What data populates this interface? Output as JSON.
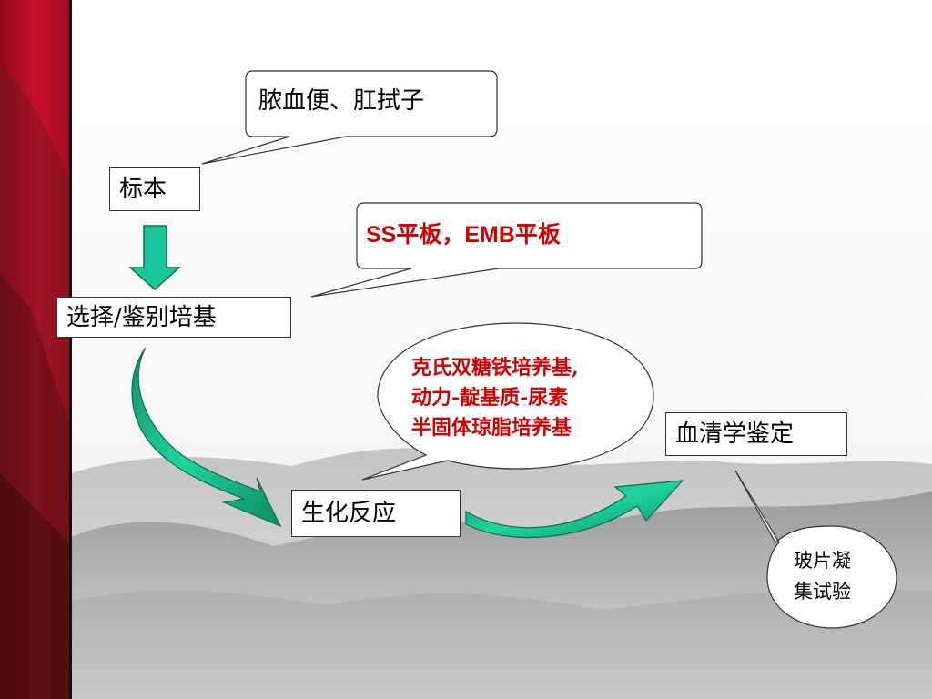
{
  "nodes": {
    "specimen": "标本",
    "selective_medium": "选择/鉴别培基",
    "biochemical": "生化反应",
    "serology": "血清学鉴定"
  },
  "callouts": {
    "specimen_source": "脓血便、肛拭子",
    "plates": "SS平板，EMB平板",
    "biochem_media": [
      "克氏双糖铁培养基,",
      "动力-靛基质-尿素",
      "半固体琼脂培养基"
    ],
    "slide_test": [
      "玻片凝",
      "集试验"
    ]
  },
  "colors": {
    "banner_red": "#c8102e",
    "arrow_green": "#19c79a",
    "callout_red": "#d10000"
  }
}
